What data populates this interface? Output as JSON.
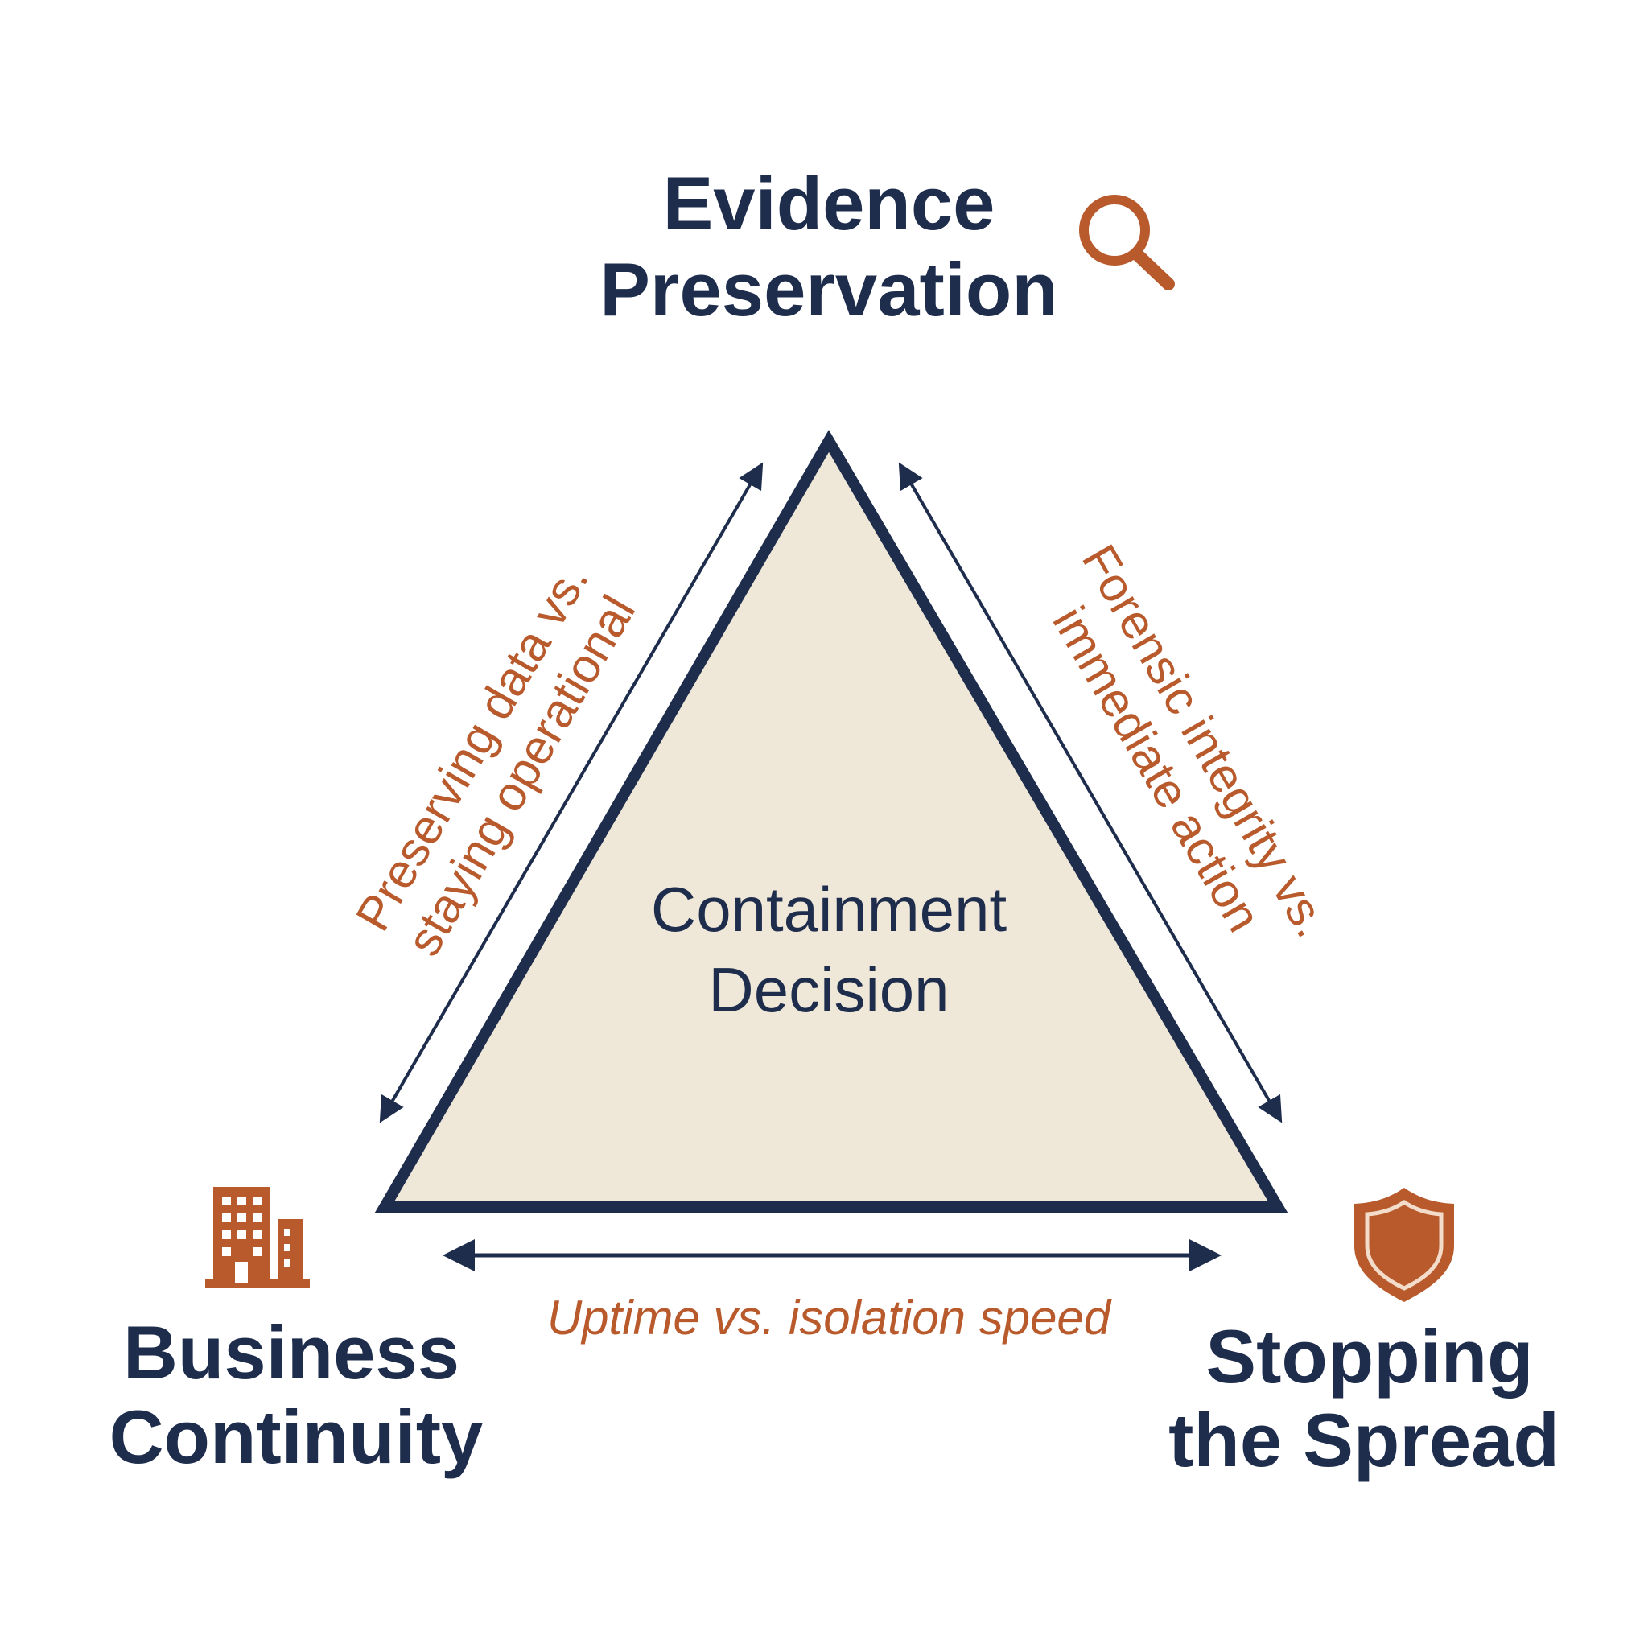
{
  "diagram": {
    "title_lines": [
      "Evidence",
      "Preservation"
    ],
    "center_lines": [
      "Containment",
      "Decision"
    ],
    "vertices": {
      "top": {
        "lines": [
          "Evidence",
          "Preservation"
        ],
        "icon": "magnifying-glass-icon"
      },
      "bottom_left": {
        "lines": [
          "Business",
          "Continuity"
        ],
        "icon": "office-building-icon"
      },
      "bottom_right": {
        "lines": [
          "Stopping",
          "the Spread"
        ],
        "icon": "shield-icon"
      }
    },
    "edges": {
      "left": {
        "lines": [
          "Preserving data vs.",
          "staying operational"
        ]
      },
      "right": {
        "lines": [
          "Forensic integrity vs.",
          "immediate action"
        ]
      },
      "bottom": {
        "lines": [
          "Uptime vs. isolation speed"
        ]
      }
    },
    "colors": {
      "navy": "#1f2d4d",
      "accent": "#b85a2c",
      "triangle_fill": "#efe8d8"
    }
  }
}
